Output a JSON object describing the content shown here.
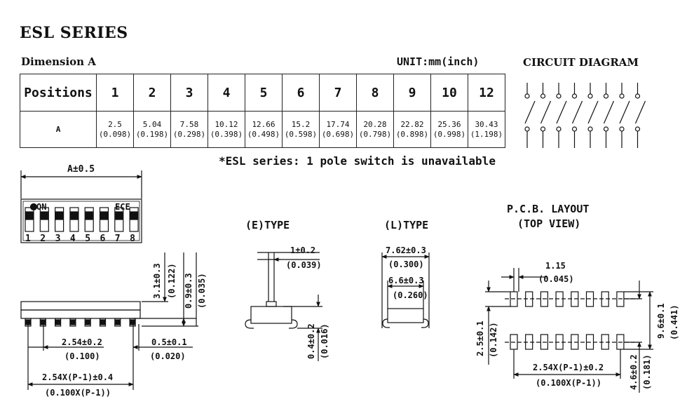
{
  "page_title": "ESL SERIES",
  "dimension_label": "Dimension A",
  "unit_label": "UNIT:mm(inch)",
  "circuit_title": "CIRCUIT DIAGRAM",
  "table": {
    "row_labels": [
      "Positions",
      "A"
    ],
    "positions": [
      "1",
      "2",
      "3",
      "4",
      "5",
      "6",
      "7",
      "8",
      "9",
      "10",
      "12"
    ],
    "mm": [
      "2.5",
      "5.04",
      "7.58",
      "10.12",
      "12.66",
      "15.2",
      "17.74",
      "20.28",
      "22.82",
      "25.36",
      "30.43"
    ],
    "inch": [
      "(0.098)",
      "(0.198)",
      "(0.298)",
      "(0.398)",
      "(0.498)",
      "(0.598)",
      "(0.698)",
      "(0.798)",
      "(0.898)",
      "(0.998)",
      "(1.198)"
    ]
  },
  "note": "*ESL series: 1 pole switch is unavailable",
  "top_view": {
    "dim_a": "A±0.5",
    "on_label": "ON",
    "side_label": "ECE",
    "pin_numbers": [
      "1",
      "2",
      "3",
      "4",
      "5",
      "6",
      "7",
      "8"
    ]
  },
  "side_view": {
    "height_mm": "3.1±0.3",
    "height_in": "(0.122)",
    "lead_mm": "0.9±0.3",
    "lead_in": "(0.035)",
    "pitch_mm": "2.54±0.2",
    "pitch_in": "(0.100)",
    "lead_w_mm": "0.5±0.1",
    "lead_w_in": "(0.020)",
    "total_mm": "2.54X(P-1)±0.4",
    "total_in": "(0.100X(P-1))"
  },
  "e_type": {
    "title": "(E)TYPE",
    "w_mm": "1±0.2",
    "w_in": "(0.039)",
    "h_mm": "0.4±0.2",
    "h_in": "(0.016)"
  },
  "l_type": {
    "title": "(L)TYPE",
    "outer_mm": "7.62±0.3",
    "outer_in": "(0.300)",
    "inner_mm": "6.6±0.3",
    "inner_in": "(0.260)"
  },
  "pcb": {
    "title1": "P.C.B.  LAYOUT",
    "title2": "(TOP VIEW)",
    "pad_mm": "1.15",
    "pad_in": "(0.045)",
    "row_gap_mm": "2.5±0.1",
    "row_gap_in": "(0.142)",
    "total_h_mm": "9.6±0.1",
    "total_h_in": "(0.441)",
    "pitch_mm": "2.54X(P-1)±0.2",
    "pitch_in": "(0.100X(P-1))",
    "pad_len_mm": "4.6±0.2",
    "pad_len_in": "(0.181)"
  }
}
